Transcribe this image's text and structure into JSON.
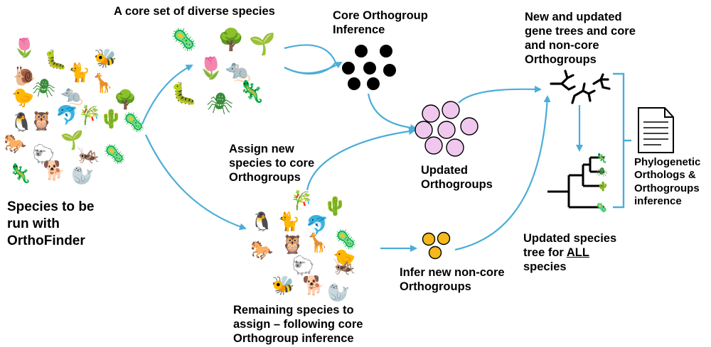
{
  "labels": {
    "core_set": "A core set of diverse species",
    "core_inference": "Core Orthogroup\nInference",
    "new_updated": "New and updated\ngene trees and core\nand non-core\nOrthogroups",
    "species_to_run": "Species to be\nrun with\nOrthoFinder",
    "assign_new": "Assign new\nspecies to core\nOrthogroups",
    "updated_og": "Updated\nOrthogroups",
    "phylo": "Phylogenetic\nOrthologs &\nOrthogroups\ninference",
    "updated_tree": "Updated species\ntree for",
    "updated_tree_all": "ALL",
    "updated_tree_end": "species",
    "infer_noncore": "Infer new non-core\nOrthogroups",
    "remaining": "Remaining species to\nassign – following core\nOrthogroup inference"
  },
  "colors": {
    "arrow": "#4aaed8",
    "core_dot": "#000000",
    "updated_dot": "#f0c8ee",
    "noncore_dot": "#f6b81a",
    "animal": "#b5643a",
    "plant": "#333333",
    "insect": "#3a8a3a",
    "microbe": "#2a6aaa"
  },
  "icons": {
    "left_cluster": [
      "flower-icon",
      "snail-icon",
      "caterpillar-icon",
      "bee-icon",
      "spider-icon",
      "cat-icon",
      "chick-icon",
      "rat-icon",
      "giraffe-icon",
      "tree-icon",
      "penguin-icon",
      "owl-icon",
      "dolphin-icon",
      "bamboo-icon",
      "cactus-icon",
      "virus-icon",
      "horse-icon",
      "sheep-icon",
      "seedling-icon",
      "grasshopper-icon",
      "bacterium-icon",
      "lizard-icon",
      "dog-icon",
      "seal-icon"
    ],
    "core_cluster": [
      "virus-icon",
      "tree-icon",
      "seedling-icon",
      "flower-icon",
      "rat-icon",
      "caterpillar-icon",
      "spider-icon",
      "lizard-icon"
    ],
    "remaining_cluster": [
      "bamboo-icon",
      "cactus-icon",
      "penguin-icon",
      "cat-icon",
      "dolphin-icon",
      "bacterium-icon",
      "horse-icon",
      "owl-icon",
      "giraffe-icon",
      "chick-icon",
      "sheep-icon",
      "grasshopper-icon",
      "bee-icon",
      "dog-icon",
      "seal-icon"
    ],
    "document": "document-icon"
  }
}
